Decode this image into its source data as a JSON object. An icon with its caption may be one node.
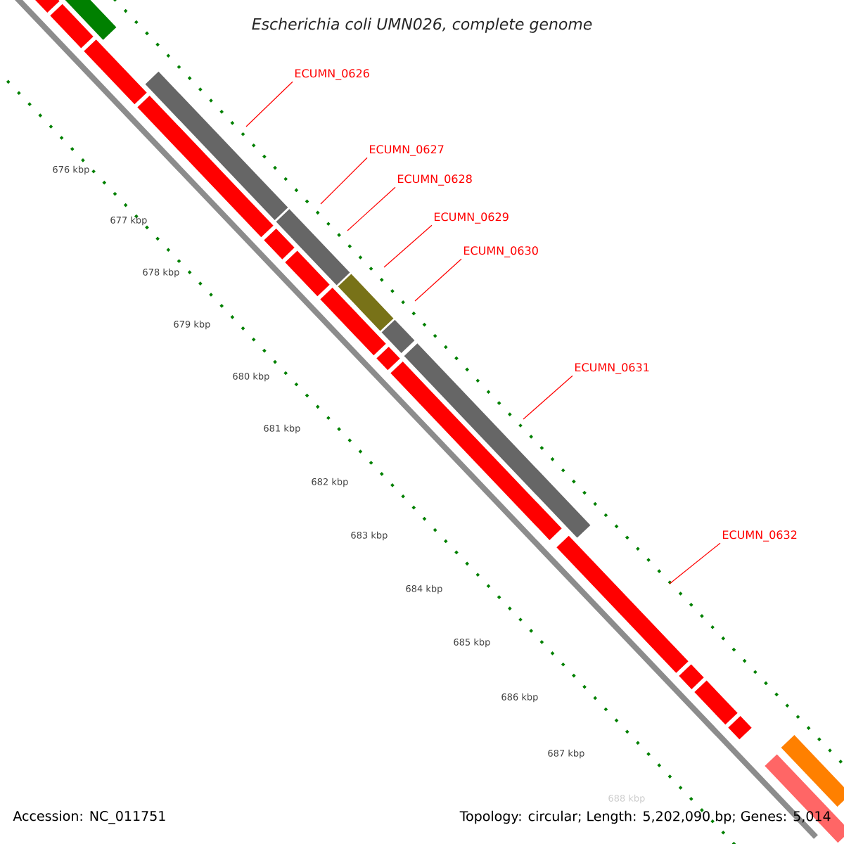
{
  "diagram": {
    "title": "Escherichia coli UMN026, complete genome",
    "nodes": [
      {
        "text": [
          "ECUMN_0626"
        ]
      },
      {
        "text": [
          "ECUMN_0627"
        ]
      },
      {
        "text": [
          "ECUMN_0628"
        ]
      },
      {
        "text": [
          "ECUMN_0629"
        ]
      },
      {
        "text": [
          "ECUMN_0630"
        ]
      },
      {
        "text": [
          "ECUMN_0631"
        ]
      },
      {
        "text": [
          "ECUMN_0632"
        ]
      }
    ],
    "edges": [
      {
        "from": 0,
        "to": null,
        "arrow": "none"
      },
      {
        "from": 1,
        "to": null,
        "arrow": "none"
      },
      {
        "from": 2,
        "to": null,
        "arrow": "none"
      },
      {
        "from": 3,
        "to": null,
        "arrow": "none"
      },
      {
        "from": 4,
        "to": null,
        "arrow": "none"
      },
      {
        "from": 5,
        "to": null,
        "arrow": "none"
      },
      {
        "from": 6,
        "to": null,
        "arrow": "none"
      }
    ],
    "labels": [
      "676 kbp",
      "677 kbp",
      "678 kbp",
      "679 kbp",
      "680 kbp",
      "681 kbp",
      "682 kbp",
      "683 kbp",
      "684 kbp",
      "685 kbp",
      "686 kbp",
      "687 kbp",
      "688 kbp",
      "Accession: NC_011751",
      "Topology: circular; Length: 5,202,090 bp; Genes: 5,014"
    ]
  }
}
